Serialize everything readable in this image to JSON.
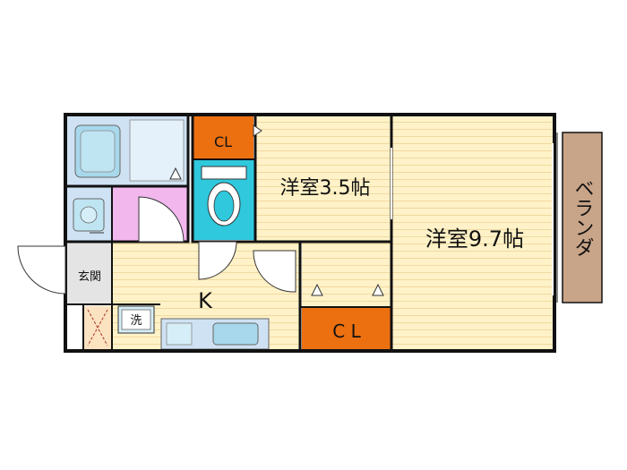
{
  "rooms": {
    "western_small": "洋室3.5帖",
    "western_large": "洋室9.7帖",
    "kitchen": "K",
    "entrance": "玄関",
    "veranda": "ベランダ",
    "closet_top": "CL",
    "closet_bottom": "C L",
    "washer": "洗"
  },
  "colors": {
    "floor_wood": "#fff2c8",
    "floor_stripe": "#f2dca0",
    "bath": "#cfe2f3",
    "toilet_room": "#2fc8dc",
    "washroom": "#f2b8ee",
    "closet": "#ec7010",
    "veranda": "#c8a488",
    "wall": "#111111",
    "entrance_floor": "#e4e4e4"
  },
  "icons": [
    "bathtub-icon",
    "washbasin-icon",
    "toilet-icon",
    "sink-icon",
    "stove-icon",
    "shoe-cabinet-icon",
    "washer-icon"
  ]
}
